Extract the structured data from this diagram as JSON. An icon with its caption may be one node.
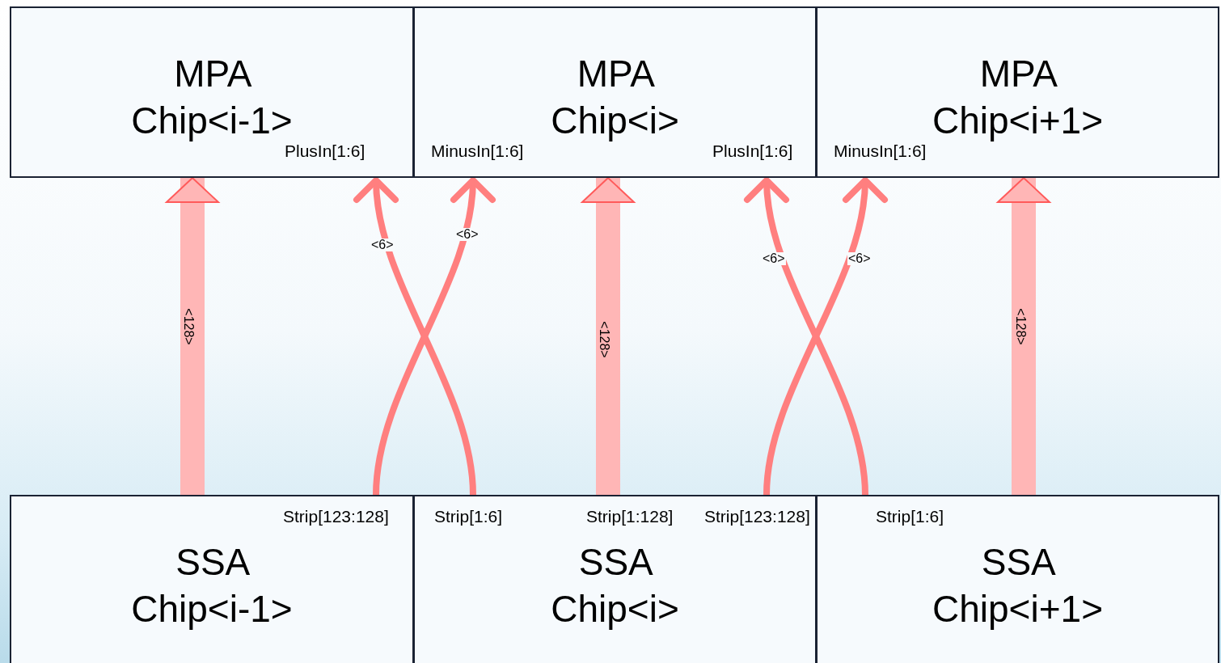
{
  "diagram": {
    "nodes": [
      {
        "text": [
          "MPA Chip<i-1>",
          "PlusIn[1:6]"
        ]
      },
      {
        "text": [
          "MPA Chip<i>",
          "MinusIn[1:6]",
          "PlusIn[1:6]"
        ]
      },
      {
        "text": [
          "MPA Chip<i+1>",
          "MinusIn[1:6]"
        ]
      },
      {
        "text": [
          "Strip[123:128]",
          "SSA Chip<i-1>"
        ]
      },
      {
        "text": [
          "Strip[1:6]",
          "Strip[1:128]",
          "Strip[123:128]",
          "SSA Chip<i>"
        ]
      },
      {
        "text": [
          "Strip[1:6]",
          "SSA Chip<i+1>"
        ]
      }
    ],
    "edges": [
      {
        "from": 3,
        "to": 0,
        "arrow": "to",
        "label": "<128>",
        "style": "thick",
        "color": "#ffb6b6"
      },
      {
        "from": 4,
        "to": 0,
        "arrow": "to",
        "label": "<6>"
      },
      {
        "from": 3,
        "to": 1,
        "arrow": "to",
        "label": "<6>"
      },
      {
        "from": 4,
        "to": 1,
        "arrow": "to",
        "label": "<128>",
        "style": "thick",
        "color": "#ffb6b6"
      },
      {
        "from": 5,
        "to": 1,
        "arrow": "to",
        "label": "<6>"
      },
      {
        "from": 4,
        "to": 2,
        "arrow": "to",
        "label": "<6>"
      },
      {
        "from": 5,
        "to": 2,
        "arrow": "to",
        "label": "<128>",
        "style": "thick",
        "color": "#ffb6b6"
      }
    ]
  }
}
